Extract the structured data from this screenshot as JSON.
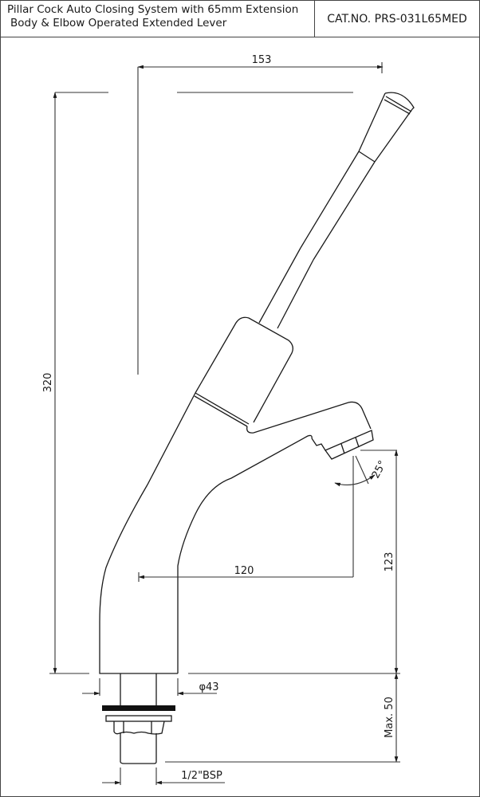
{
  "title_block": {
    "title_line1": "Pillar Cock Auto Closing System with 65mm Extension",
    "title_line2": "Body & Elbow Operated Extended Lever",
    "catalog_number": "CAT.NO. PRS-031L65MED"
  },
  "dimensions": {
    "overall_width": "153",
    "overall_height": "320",
    "spout_reach": "120",
    "spout_height": "123",
    "spout_angle": "25°",
    "body_diameter": "φ43",
    "max_deck_thickness": "Max. 50",
    "thread_size": "1/2\"BSP"
  },
  "colors": {
    "line": "#1a1a1a",
    "dimension_line": "#333333",
    "washer": "#111111"
  }
}
